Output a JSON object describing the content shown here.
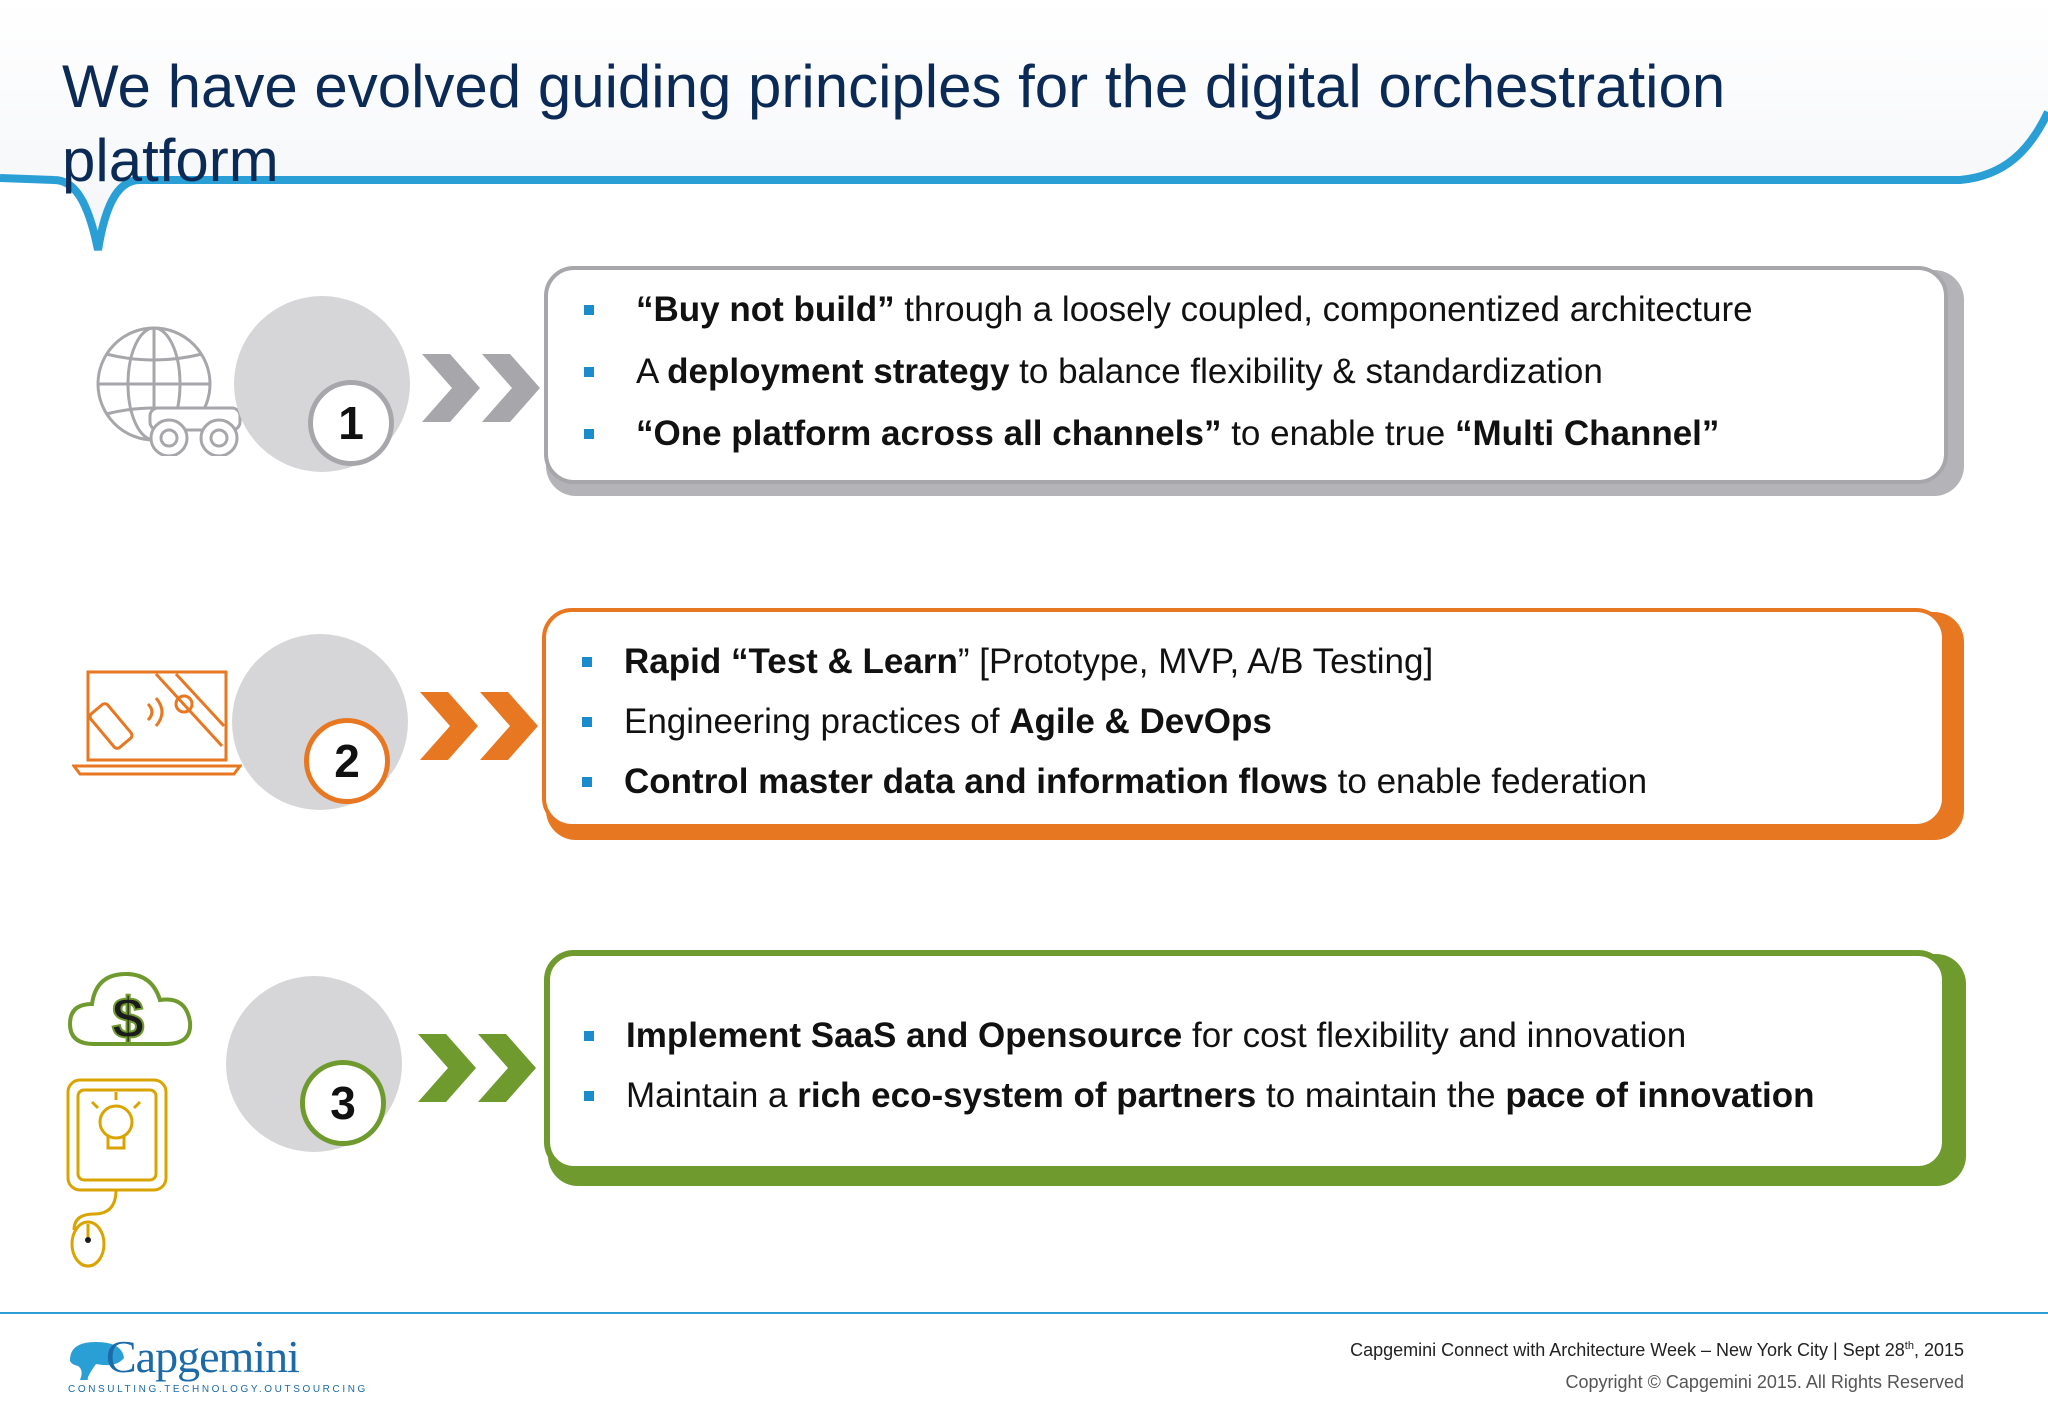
{
  "title": "We have evolved guiding principles for the digital orchestration platform",
  "principles": [
    {
      "number": "1",
      "icon": "globe-binoculars-icon",
      "color": "#a7a7ab",
      "bullets": [
        {
          "segments": [
            {
              "text": "“Buy not build”",
              "bold": true
            },
            {
              "text": " through a loosely coupled, componentized architecture",
              "bold": false
            }
          ]
        },
        {
          "segments": [
            {
              "text": "A ",
              "bold": false
            },
            {
              "text": "deployment strategy",
              "bold": true
            },
            {
              "text": "  to balance flexibility & standardization",
              "bold": false
            }
          ]
        },
        {
          "segments": [
            {
              "text": "“One platform across all channels”",
              "bold": true
            },
            {
              "text": " to enable true ",
              "bold": false
            },
            {
              "text": "“Multi Channel”",
              "bold": true
            }
          ]
        }
      ]
    },
    {
      "number": "2",
      "icon": "laptop-mobile-signal-icon",
      "color": "#e87722",
      "bullets": [
        {
          "segments": [
            {
              "text": "Rapid “Test & Learn",
              "bold": true
            },
            {
              "text": "” [Prototype, MVP, A/B Testing]",
              "bold": false
            }
          ]
        },
        {
          "segments": [
            {
              "text": "Engineering  practices of ",
              "bold": false
            },
            {
              "text": "Agile &  DevOps",
              "bold": true
            }
          ]
        },
        {
          "segments": [
            {
              "text": " Control master data and information flows",
              "bold": true
            },
            {
              "text": " to enable federation",
              "bold": false
            }
          ]
        }
      ]
    },
    {
      "number": "3",
      "icon": "cloud-dollar-lightbulb-icon",
      "color": "#6f9a2e",
      "bullets": [
        {
          "segments": [
            {
              "text": "Implement SaaS and Opensource",
              "bold": true
            },
            {
              "text": " for cost flexibility and innovation",
              "bold": false
            }
          ]
        },
        {
          "segments": [
            {
              "text": "Maintain a ",
              "bold": false
            },
            {
              "text": "rich eco-system of partners",
              "bold": true
            },
            {
              "text": " to maintain the ",
              "bold": false
            },
            {
              "text": "pace of innovation",
              "bold": true
            }
          ]
        }
      ]
    }
  ],
  "footer": {
    "logo_text": "Capgemini",
    "logo_tagline": "CONSULTING.TECHNOLOGY.OUTSOURCING",
    "event_prefix": "Capgemini Connect with Architecture Week – New York City | Sept 28",
    "event_sup": "th",
    "event_suffix": ", 2015",
    "copyright": "Copyright © Capgemini 2015. All Rights Reserved"
  },
  "colors": {
    "title": "#0b2a55",
    "header_curve": "#2a9fd6",
    "bullet_square": "#1a8ccc",
    "gray": "#a7a7ab",
    "orange": "#e87722",
    "green": "#6f9a2e",
    "gold": "#d9a400"
  }
}
